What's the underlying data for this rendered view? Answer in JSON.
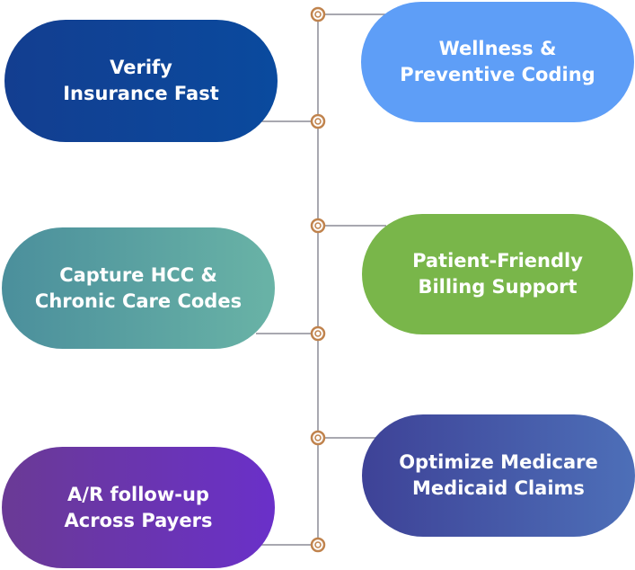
{
  "items": [
    {
      "label": "Verify Insurance Fast",
      "color": "#0a4a9e",
      "side": "left"
    },
    {
      "label": "Wellness & Preventive Coding",
      "color": "#5e9ef7",
      "side": "right"
    },
    {
      "label": "Capture HCC & Chronic Care Codes",
      "color": "#5aa3a1",
      "side": "left"
    },
    {
      "label": "Patient-Friendly Billing Support",
      "color": "#79b64a",
      "side": "right"
    },
    {
      "label": "A/R follow-up Across Payers",
      "color": "#6a30c9",
      "side": "left"
    },
    {
      "label": "Optimize Medicare Medicaid Claims",
      "color": "#4d6fb8",
      "side": "right"
    }
  ],
  "connector_color": "#c0834d",
  "line_color": "#8c8c96"
}
